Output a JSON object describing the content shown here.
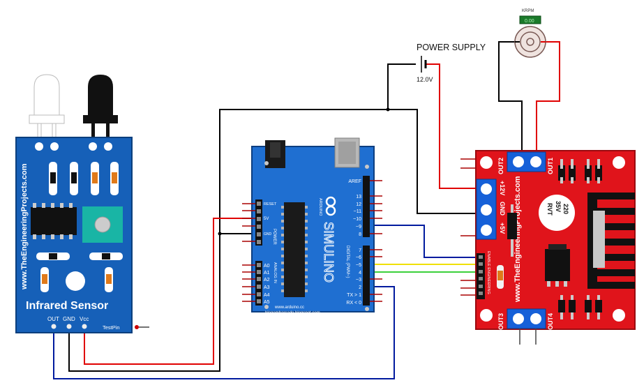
{
  "power_supply": {
    "label": "POWER SUPPLY",
    "voltage": "12.0V"
  },
  "motor": {
    "label": "KRPM",
    "rpm": "0.00"
  },
  "ir_sensor": {
    "website": "www.TheEngineeringProjects.com",
    "title": "Infrared Sensor",
    "pin_labels": [
      "OUT",
      "GND",
      "Vcc"
    ],
    "test_pin": "TestPin"
  },
  "arduino": {
    "brand": "SIMULINO",
    "brand_sub": "ARDUINO",
    "website": "www.arduino.cc",
    "blog": "blogembarcado.blogspot.com",
    "left_pins": [
      "RESET",
      "5V",
      "",
      "GND"
    ],
    "power_label": "POWER",
    "analog_label": "ANALOG IN",
    "analog_pins": [
      "A0",
      "A1",
      "A2",
      "A3",
      "A4",
      "A5"
    ],
    "digital_label": "DIGITAL (PWM~)",
    "digital_pins_top": [
      "AREF",
      "13",
      "12",
      "~11",
      "~10",
      "~9",
      "8"
    ],
    "digital_pins_bottom": [
      "7",
      "~6",
      "~5",
      "4",
      "~3",
      "2",
      "TX > 1",
      "RX < 0"
    ]
  },
  "motor_driver": {
    "website": "www.TheEngineeringProjects.com",
    "out_labels": [
      "OUT2",
      "OUT1",
      "OUT3",
      "OUT4"
    ],
    "power_labels": [
      "+12V",
      "GND",
      "+5V"
    ],
    "regulator": [
      "220",
      "35V",
      "RVT"
    ],
    "side_text": "ENABLE ENGINEERING"
  },
  "colors": {
    "board_blue": "#1660b8",
    "arduino_blue": "#1f6fd1",
    "driver_red": "#e0141b",
    "wire_red": "#e00000",
    "wire_black": "#000000",
    "wire_blue": "#001a9e",
    "wire_yellow": "#f0e000",
    "wire_green": "#3bd13b"
  }
}
